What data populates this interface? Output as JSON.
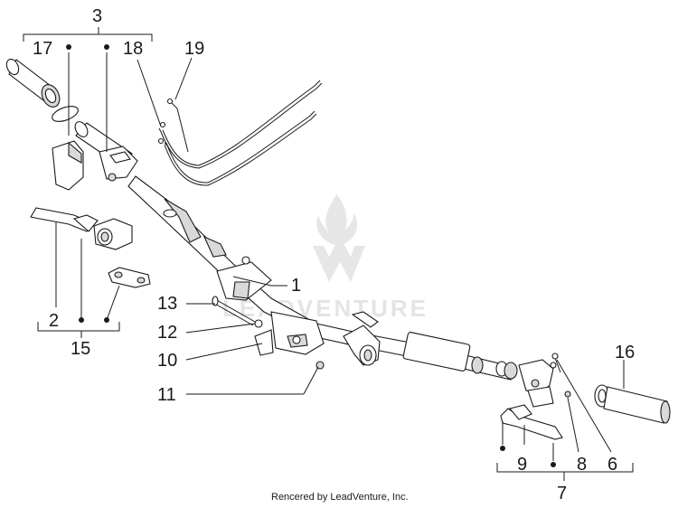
{
  "diagram": {
    "callouts": {
      "c1": "1",
      "c2": "2",
      "c3": "3",
      "c6": "6",
      "c7": "7",
      "c8": "8",
      "c9": "9",
      "c10": "10",
      "c11": "11",
      "c12": "12",
      "c13": "13",
      "c15": "15",
      "c16": "16",
      "c17": "17",
      "c18": "18",
      "c19": "19"
    },
    "watermark": "LEADVENTURE",
    "credit": "Rencered by LeadVenture, Inc.",
    "colors": {
      "line": "#1a1a1a",
      "watermark": "#e4e4e4",
      "background": "#ffffff"
    }
  }
}
